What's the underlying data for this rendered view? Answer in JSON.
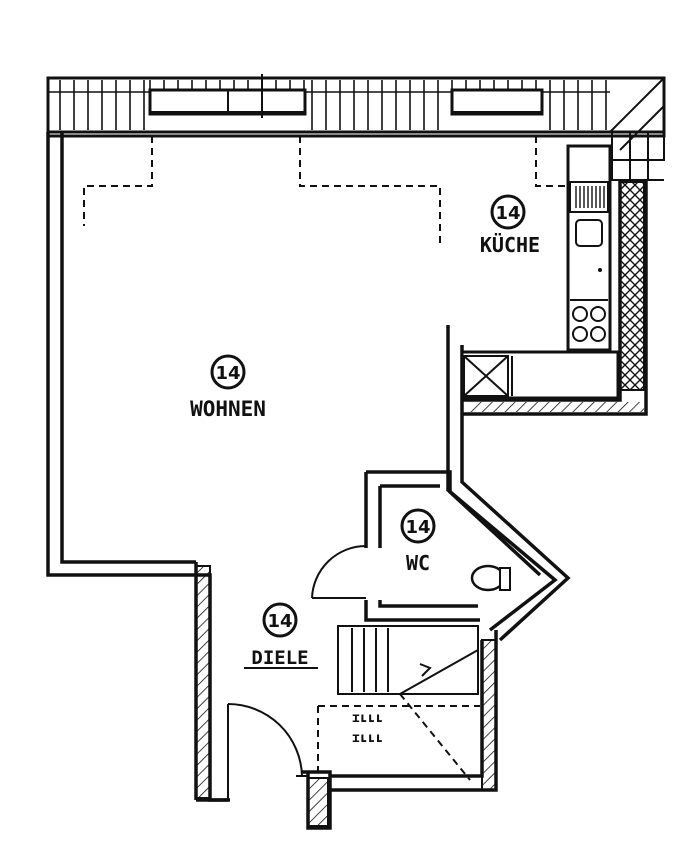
{
  "rooms": [
    {
      "key": "wohnen",
      "number": "14",
      "name": "WOHNEN"
    },
    {
      "key": "kueche",
      "number": "14",
      "name": "KÜCHE"
    },
    {
      "key": "wc",
      "number": "14",
      "name": "WC"
    },
    {
      "key": "diele",
      "number": "14",
      "name": "DIELE"
    }
  ],
  "colors": {
    "ink": "#111111",
    "paper": "#ffffff"
  }
}
